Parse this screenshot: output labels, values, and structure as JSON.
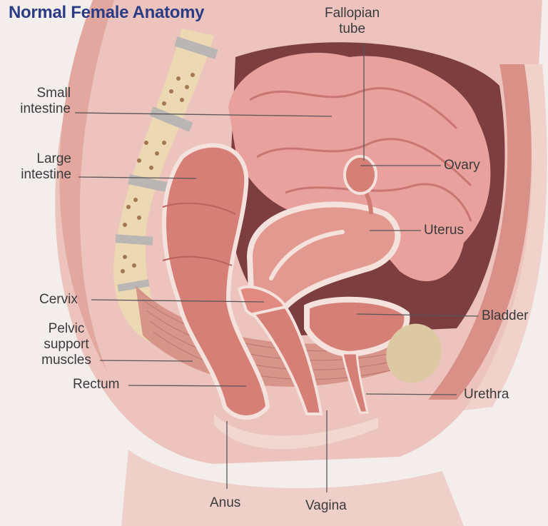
{
  "title": "Normal Female Anatomy",
  "labels": {
    "fallopian_tube": [
      "Fallopian",
      "tube"
    ],
    "small_intestine": [
      "Small",
      "intestine"
    ],
    "large_intestine": [
      "Large",
      "intestine"
    ],
    "ovary": "Ovary",
    "uterus": "Uterus",
    "cervix": "Cervix",
    "bladder": "Bladder",
    "pelvic_support_muscles": [
      "Pelvic",
      "support",
      "muscles"
    ],
    "rectum": "Rectum",
    "urethra": "Urethra",
    "anus": "Anus",
    "vagina": "Vagina"
  },
  "colors": {
    "background": "#f3eeec",
    "title": "#2c3b85",
    "label_text": "#3b3a3d",
    "leader_line": "#5a5659",
    "body_wall": "#e6b5ad",
    "skin": "#f2d6d0",
    "bone": "#ecd9b4",
    "disc": "#b9b6b4",
    "organ": "#d67f76",
    "organ_light": "#eaa8a0",
    "cavity": "#7d3e3f",
    "intestine": "#e9a19d",
    "muscle": "#d7958a",
    "pubic_bone": "#dcc9a4"
  }
}
